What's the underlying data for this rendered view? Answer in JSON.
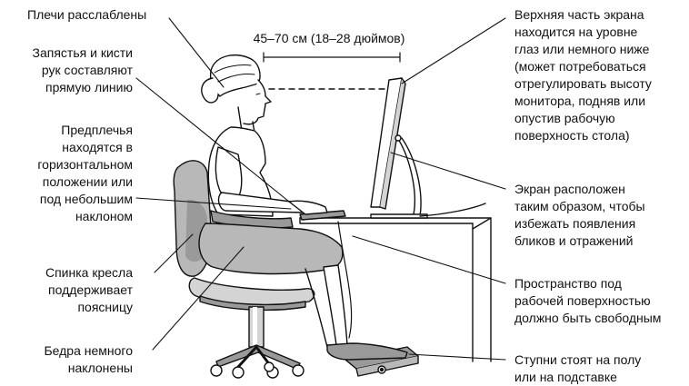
{
  "distance": "45–70 см (18–28 дюймов)",
  "labels": {
    "shoulders": "Плечи расслаблены",
    "wrists": "Запястья и кисти\nрук составляют\nпрямую линию",
    "forearms": "Предплечья\nнаходятся в\nгоризонтальном\nположении или\nпод небольшим\nнаклоном",
    "back": "Спинка кресла\nподдерживает\nпоясницу",
    "thighs": "Бедра немного\nнаклонены",
    "screen_top": "Верхняя часть экрана\nнаходится на уровне\nглаз или немного ниже\n(может потребоваться\nотрегулировать высоту\nмонитора, подняв или\nопустив рабочую\nповерхность стола)",
    "screen_position": "Экран расположен\nтаким образом, чтобы\nизбежать появления\nбликов и отражений",
    "under_desk": "Пространство под\nрабочей поверхностью\nдолжно быть свободным",
    "feet": "Ступни стоят на полу\nили на подставке"
  },
  "colors": {
    "line": "#111111",
    "figure_fill": "#ffffff",
    "shade_light": "#d4d4d4",
    "shade_mid": "#b8b8b8",
    "shade_dark": "#9a9a9a"
  }
}
